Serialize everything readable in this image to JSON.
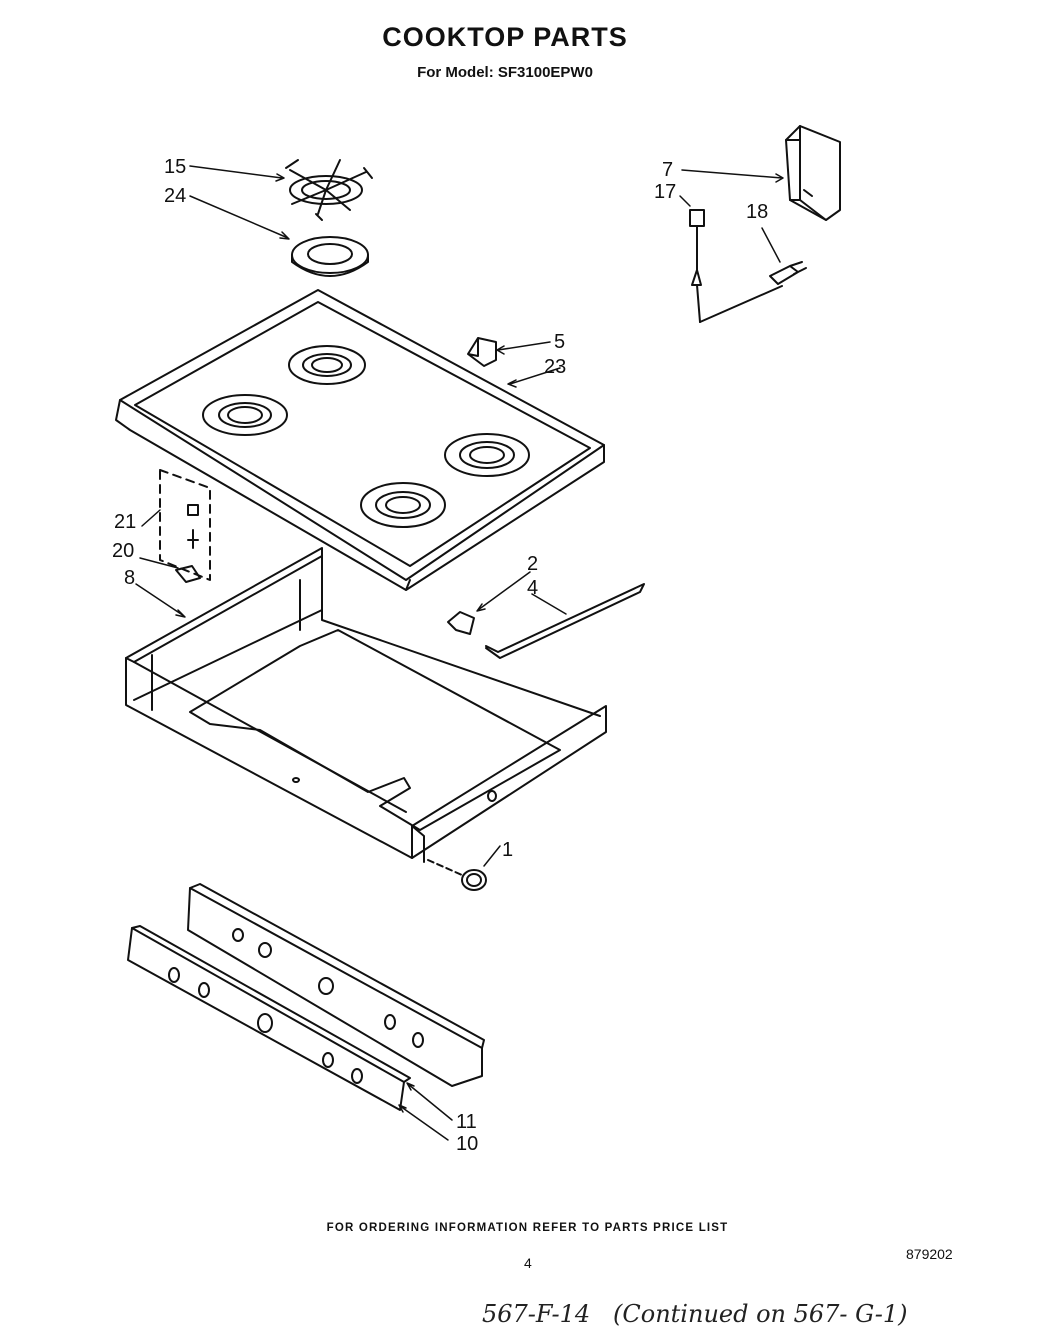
{
  "header": {
    "title": "COOKTOP PARTS",
    "subtitle": "For Model: SF3100EPW0"
  },
  "callouts": {
    "n15": "15",
    "n24": "24",
    "n7": "7",
    "n17": "17",
    "n18": "18",
    "n5": "5",
    "n23": "23",
    "n21": "21",
    "n20": "20",
    "n8": "8",
    "n2": "2",
    "n4": "4",
    "n1": "1",
    "n11": "11",
    "n10": "10"
  },
  "footer": {
    "ordering_note": "FOR ORDERING INFORMATION REFER TO PARTS PRICE LIST",
    "page_number": "4",
    "document_number": "879202",
    "handwritten_note": "567-F-14   (Continued on 567- G-1)"
  }
}
